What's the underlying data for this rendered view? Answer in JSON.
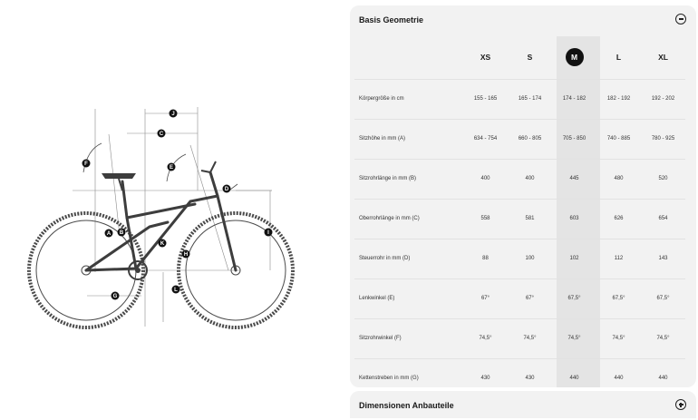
{
  "geometry_panel": {
    "title": "Basis Geometrie",
    "toggle_icon": "minus-circle-icon",
    "sizes": [
      "XS",
      "S",
      "M",
      "L",
      "XL"
    ],
    "selected_size": "M",
    "rows": [
      {
        "label": "Körpergröße in cm",
        "values": [
          "155 - 165",
          "165 - 174",
          "174 - 182",
          "182 - 192",
          "192 - 202"
        ]
      },
      {
        "label": "Sitzhöhe in mm (A)",
        "values": [
          "634 - 754",
          "660 - 805",
          "705 - 850",
          "740 - 885",
          "780 - 925"
        ]
      },
      {
        "label": "Sitzrohrlänge in mm (B)",
        "values": [
          "400",
          "400",
          "445",
          "480",
          "520"
        ]
      },
      {
        "label": "Oberrohrlänge in mm (C)",
        "values": [
          "558",
          "581",
          "603",
          "626",
          "654"
        ]
      },
      {
        "label": "Steuerrohr in mm (D)",
        "values": [
          "88",
          "100",
          "102",
          "112",
          "143"
        ]
      },
      {
        "label": "Lenkwinkel (E)",
        "values": [
          "67°",
          "67°",
          "67,5°",
          "67,5°",
          "67,5°"
        ]
      },
      {
        "label": "Sitzrohrwinkel (F)",
        "values": [
          "74,5°",
          "74,5°",
          "74,5°",
          "74,5°",
          "74,5°"
        ]
      },
      {
        "label": "Kettenstreben in mm (G)",
        "values": [
          "430",
          "430",
          "440",
          "440",
          "440"
        ]
      }
    ]
  },
  "components_panel": {
    "title": "Dimensionen Anbauteile",
    "toggle_icon": "plus-circle-icon"
  },
  "diagram": {
    "markers": [
      "A",
      "B",
      "C",
      "D",
      "E",
      "F",
      "G",
      "H",
      "I",
      "J",
      "K",
      "L"
    ]
  }
}
